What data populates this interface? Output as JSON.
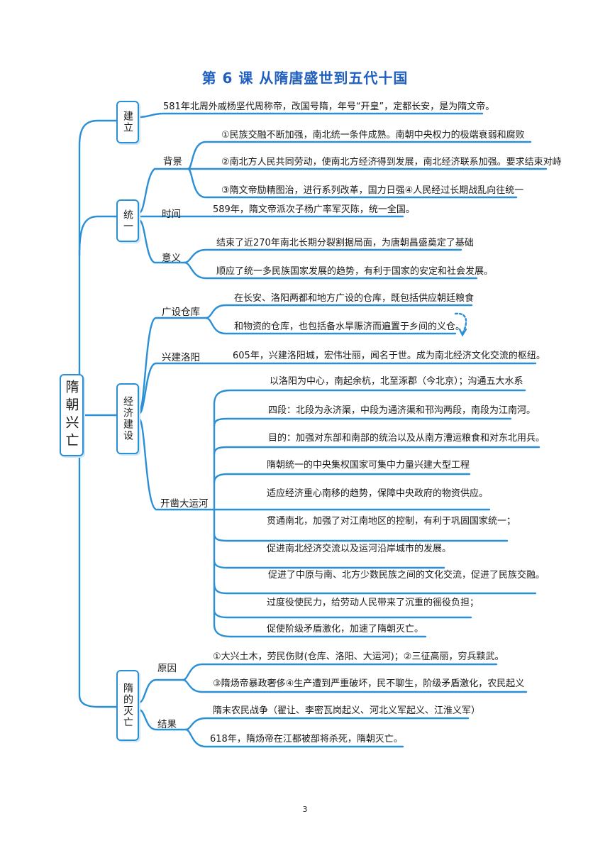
{
  "title": "第 6 课  从隋唐盛世到五代十国",
  "page_number": "3",
  "line_color": "#2b8fd6",
  "root": "隋朝兴亡",
  "branches": {
    "jianli": {
      "label": "建立",
      "items": [
        "581年北周外戚杨坚代周称帝，改国号隋，年号“开皇”，定都长安，是为隋文帝。"
      ]
    },
    "tongyi": {
      "label": "统一",
      "beijing": {
        "label": "背景",
        "items": [
          "①民族交融不断加强，南北统一条件成熟。南朝中央权力的极端衰弱和腐败",
          "②南北方人民共同劳动，使南北方经济得到发展，南北经济联系加强。要求结束对峙",
          "③隋文帝励精图治，进行系列改革，国力日强④人民经过长期战乱向往统一"
        ]
      },
      "shijian": {
        "label": "时间",
        "items": [
          "589年，隋文帝派次子杨广率军灭陈，统一全国。"
        ]
      },
      "yiyi": {
        "label": "意义",
        "items": [
          "结束了近270年南北长期分裂割据局面，为唐朝昌盛奠定了基础",
          "顺应了统一多民族国家发展的趋势，有利于国家的安定和社会发展。"
        ]
      }
    },
    "jingji": {
      "label": "经济建设",
      "cangku": {
        "label": "广设仓库",
        "items": [
          "在长安、洛阳两都和地方广设的仓库，既包括供应朝廷粮食",
          "和物资的仓库，也包括备水旱赈济而遍置于乡间的义仓。"
        ]
      },
      "luoyang": {
        "label": "兴建洛阳",
        "items": [
          "605年，兴建洛阳城，宏伟壮丽，闻名于世。成为南北经济文化交流的枢纽。"
        ]
      },
      "yunhe": {
        "label": "开凿大运河",
        "items": [
          "以洛阳为中心，南起余杭，北至涿郡（今北京）；沟通五大水系",
          "四段：北段为永济渠，中段为通济渠和邗沟两段，南段为江南河。",
          "目的：加强对东部和南部的统治以及从南方漕运粮食和对东北用兵。",
          "隋朝统一的中央集权国家可集中力量兴建大型工程",
          "适应经济重心南移的趋势，保障中央政府的物资供应。",
          "贯通南北，加强了对江南地区的控制，有利于巩固国家统一；",
          "促进南北经济交流以及运河沿岸城市的发展。",
          "促进了中原与南、北方少数民族之间的文化交流，促进了民族交融。",
          "过度役使民力，给劳动人民带来了沉重的徭役负担；",
          "促使阶级矛盾激化，加速了隋朝灭亡。"
        ]
      }
    },
    "miewang": {
      "label": "隋的灭亡",
      "yuanyin": {
        "label": "原因",
        "items": [
          "①大兴土木，劳民伤财(仓库、洛阳、大运河)；②三征高丽，穷兵黩武。",
          "③隋炀帝暴政奢侈④生产遭到严重破坏，民不聊生，阶级矛盾激化，农民起义"
        ]
      },
      "jieguo": {
        "label": "结果",
        "items": [
          "隋末农民战争（翟让、李密瓦岗起义、河北义军起义、江淮义军）",
          "618年，隋炀帝在江都被部将杀死，隋朝灭亡。"
        ]
      }
    }
  }
}
